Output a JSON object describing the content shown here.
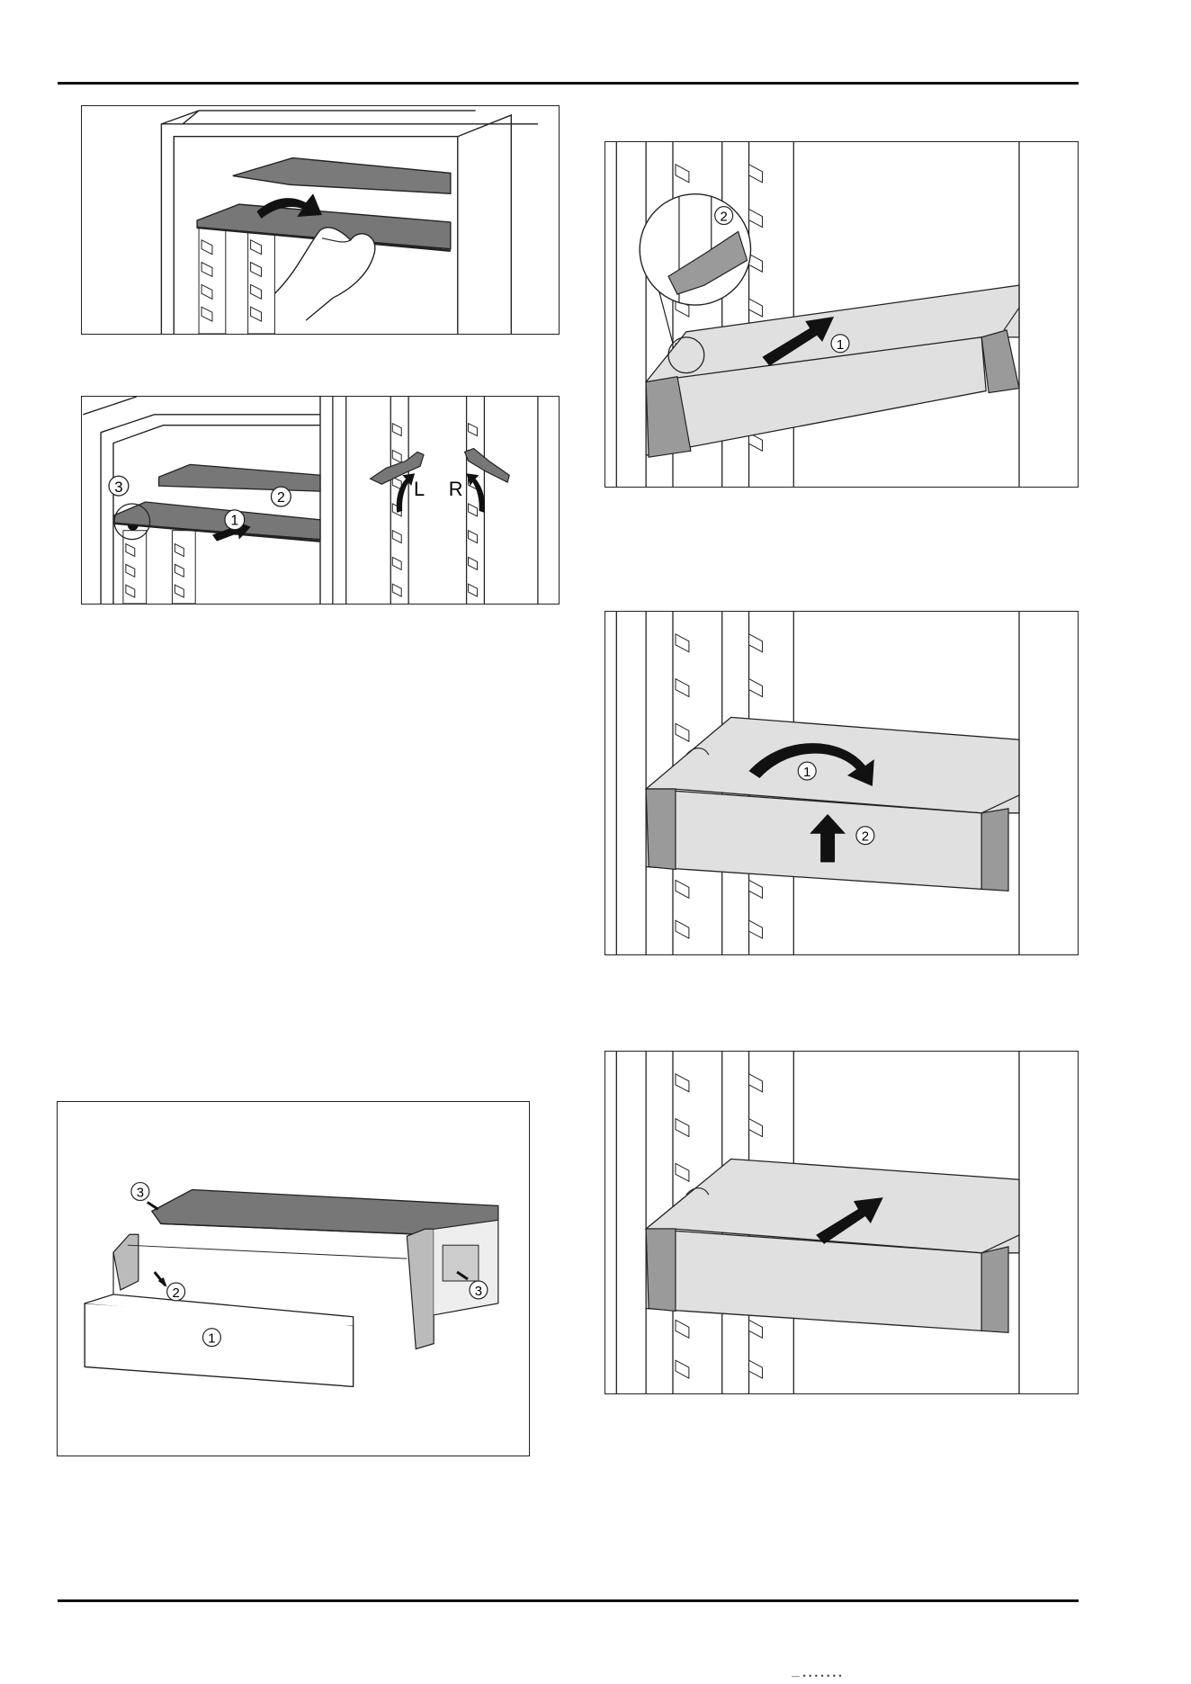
{
  "figures": {
    "shelf_slide": {},
    "shelf_remove": {
      "callouts": [
        "1",
        "2",
        "3"
      ],
      "side_labels": [
        "L",
        "R"
      ]
    },
    "drawer": {
      "callouts": [
        "1",
        "2",
        "3",
        "3"
      ]
    },
    "tilt_insert": {
      "callouts": [
        "1",
        "2"
      ]
    },
    "rotate_insert": {
      "callouts": [
        "1",
        "2"
      ]
    },
    "push_in": {}
  },
  "footer": {
    "text": "— • • • • • • •"
  },
  "colors": {
    "line": "#222222",
    "shelf_dark": "#777777",
    "shelf_light": "#e0e0e0",
    "end_cap": "#9a9a9a",
    "arrow": "#111111"
  }
}
